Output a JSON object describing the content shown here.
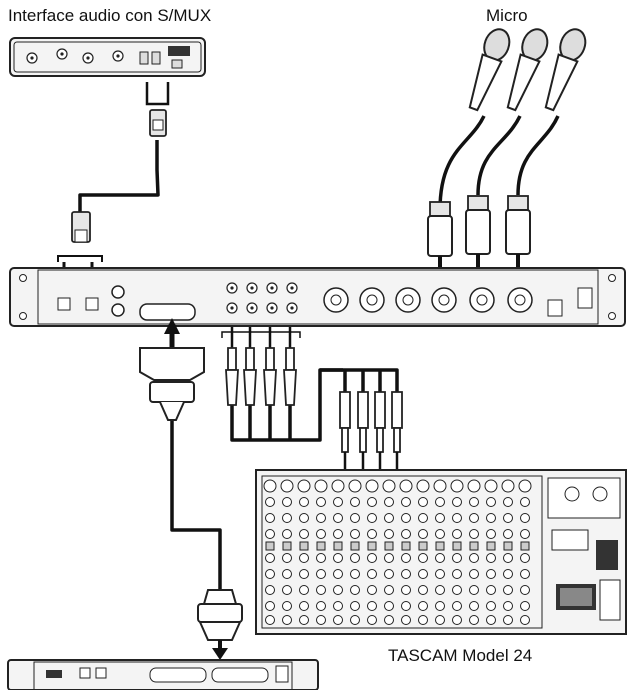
{
  "labels": {
    "interface": "Interface audio con S/MUX",
    "micro": "Micro",
    "mixer": "TASCAM Model 24"
  },
  "colors": {
    "cable": "#111111",
    "device_fill": "#f4f4f4",
    "device_stroke": "#222222",
    "connector_fill": "#e6e6e6",
    "arrow": "#111111"
  },
  "icons": {
    "microphone": "microphone-icon",
    "optical_connector": "optical-connector-icon",
    "xlr_connector": "xlr-connector-icon",
    "trs_jack": "trs-jack-icon",
    "dsub_connector": "dsub-connector-icon"
  }
}
